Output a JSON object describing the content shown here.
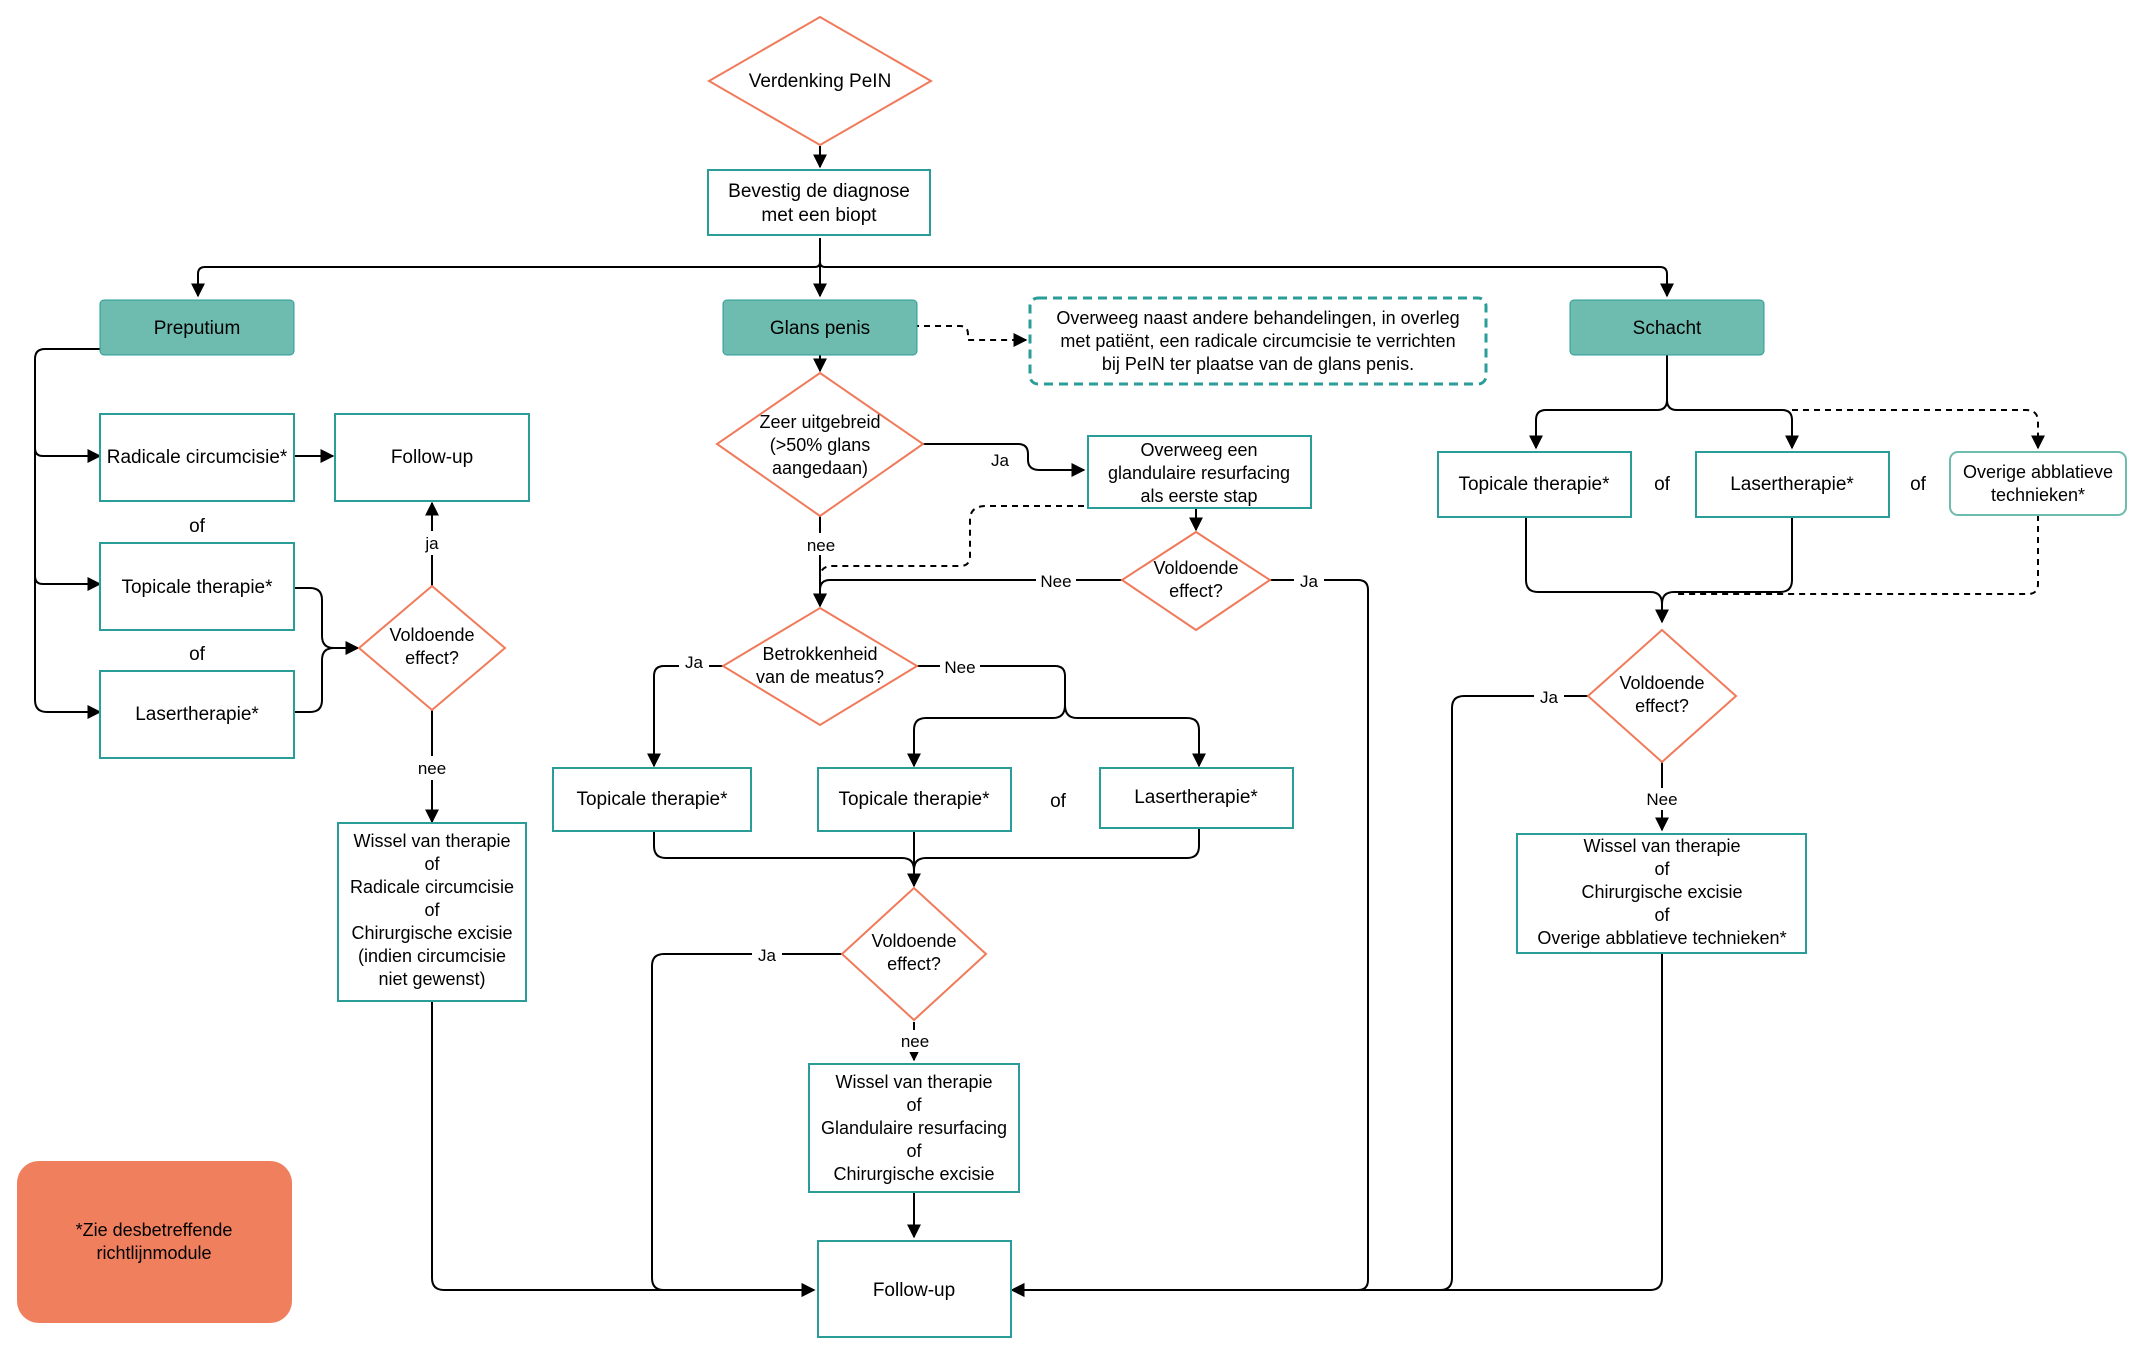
{
  "nodes": {
    "start": [
      "Verdenking PeIN"
    ],
    "confirm": [
      "Bevestig de diagnose",
      "met een biopt"
    ],
    "preputium": [
      "Preputium"
    ],
    "glans": [
      "Glans penis"
    ],
    "schacht": [
      "Schacht"
    ],
    "overweeg_circ": [
      "Overweeg naast andere behandelingen, in overleg",
      "met patiënt, een radicale circumcisie te verrichten",
      "bij  PeIN ter plaatse van de glans penis."
    ],
    "p_radicale": [
      "Radicale circumcisie*"
    ],
    "p_followup": [
      "Follow-up"
    ],
    "p_topicale": [
      "Topicale therapie*"
    ],
    "p_laser": [
      "Lasertherapie*"
    ],
    "p_voldoende": [
      "Voldoende",
      "effect?"
    ],
    "p_wissel": [
      "Wissel van therapie",
      "of",
      "Radicale circumcisie",
      "of",
      "Chirurgische excisie",
      "(indien circumcisie",
      "niet gewenst)"
    ],
    "g_zeer": [
      "Zeer uitgebreid",
      "(>50% glans",
      "aangedaan)"
    ],
    "g_overweeg": [
      "Overweeg een",
      "glandulaire resurfacing",
      "als eerste stap"
    ],
    "g_voldoende1": [
      "Voldoende",
      "effect?"
    ],
    "g_meatus": [
      "Betrokkenheid",
      "van de meatus?"
    ],
    "g_topicale1": [
      "Topicale therapie*"
    ],
    "g_topicale2": [
      "Topicale therapie*"
    ],
    "g_laser": [
      "Lasertherapie*"
    ],
    "g_voldoende2": [
      "Voldoende",
      "effect?"
    ],
    "g_wissel": [
      "Wissel van therapie",
      "of",
      "Glandulaire resurfacing",
      "of",
      "Chirurgische excisie"
    ],
    "followup_main": [
      "Follow-up"
    ],
    "s_topicale": [
      "Topicale therapie*"
    ],
    "s_laser": [
      "Lasertherapie*"
    ],
    "s_overige": [
      "Overige abblatieve",
      "technieken*"
    ],
    "s_voldoende": [
      "Voldoende",
      "effect?"
    ],
    "s_wissel": [
      "Wissel van therapie",
      "of",
      "Chirurgische excisie",
      "of",
      "Overige abblatieve technieken*"
    ],
    "note": [
      "*Zie desbetreffende",
      "richtlijnmodule"
    ]
  },
  "labels": {
    "p_of1": "of",
    "p_of2": "of",
    "p_ja": "ja",
    "p_nee": "nee",
    "g_ja1": "Ja",
    "g_nee1": "nee",
    "g_nee2": "Nee",
    "g_ja2": "Ja",
    "g_ja3": "Ja",
    "g_nee3": "Nee",
    "g_of": "of",
    "g_ja4": "Ja",
    "g_nee4": "nee",
    "s_of1": "of",
    "s_of2": "of",
    "s_ja": "Ja",
    "s_nee": "Nee"
  },
  "colors": {
    "teal_fill": "#6dbcaf",
    "teal_stroke": "#2a9d99",
    "diamond_stroke": "#f07a5a",
    "note_fill": "#f07f5e",
    "line": "#000000"
  }
}
